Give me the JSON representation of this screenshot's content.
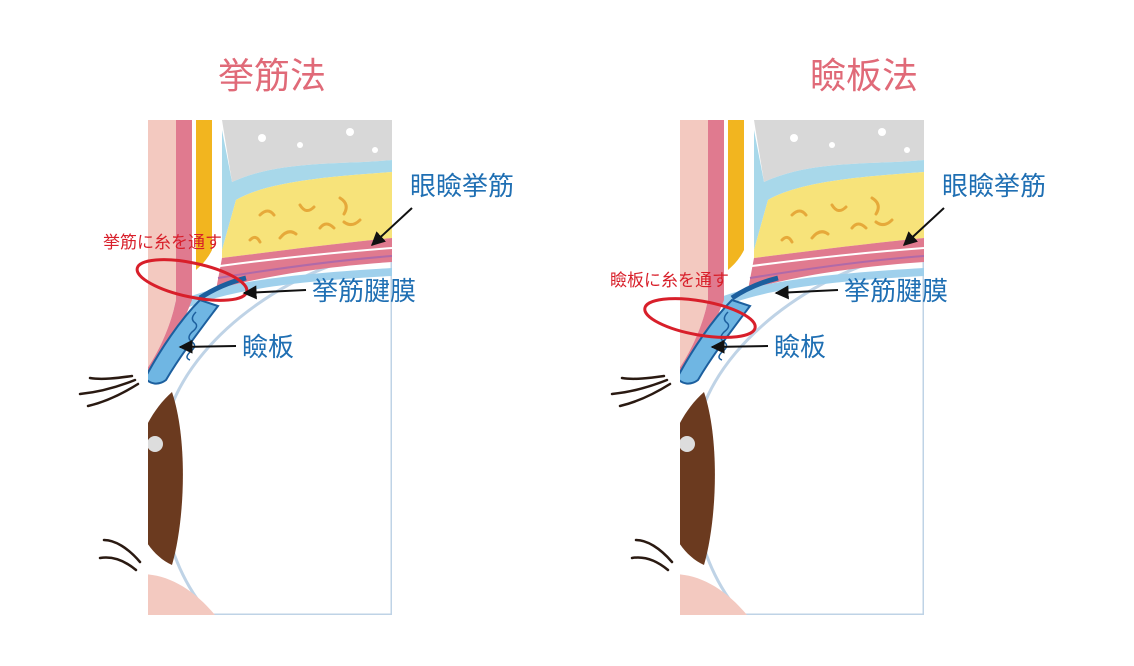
{
  "colors": {
    "title": "#e06a78",
    "label": "#1f6fb3",
    "thread_note": "#d81f2a",
    "thread_loop": "#d81f2a",
    "fat": "#f7e37a",
    "fat_pattern": "#e6a93a",
    "bone": "#d8d8d8",
    "skin": "#f3c9c0",
    "muscle": "#e07a8f",
    "yellow_band": "#f2b51f",
    "cyan_layer": "#a8d8ea",
    "tarsus": "#6fb6e3",
    "iris": "#6b3a1f",
    "eye": "#ffffff"
  },
  "panels": [
    {
      "title": "挙筋法",
      "thread_note": "挙筋に糸を通す",
      "labels": {
        "levator_muscle": "眼瞼挙筋",
        "aponeurosis": "挙筋腱膜",
        "tarsus": "瞼板"
      }
    },
    {
      "title": "瞼板法",
      "thread_note": "瞼板に糸を通す",
      "labels": {
        "levator_muscle": "眼瞼挙筋",
        "aponeurosis": "挙筋腱膜",
        "tarsus": "瞼板"
      }
    }
  ]
}
